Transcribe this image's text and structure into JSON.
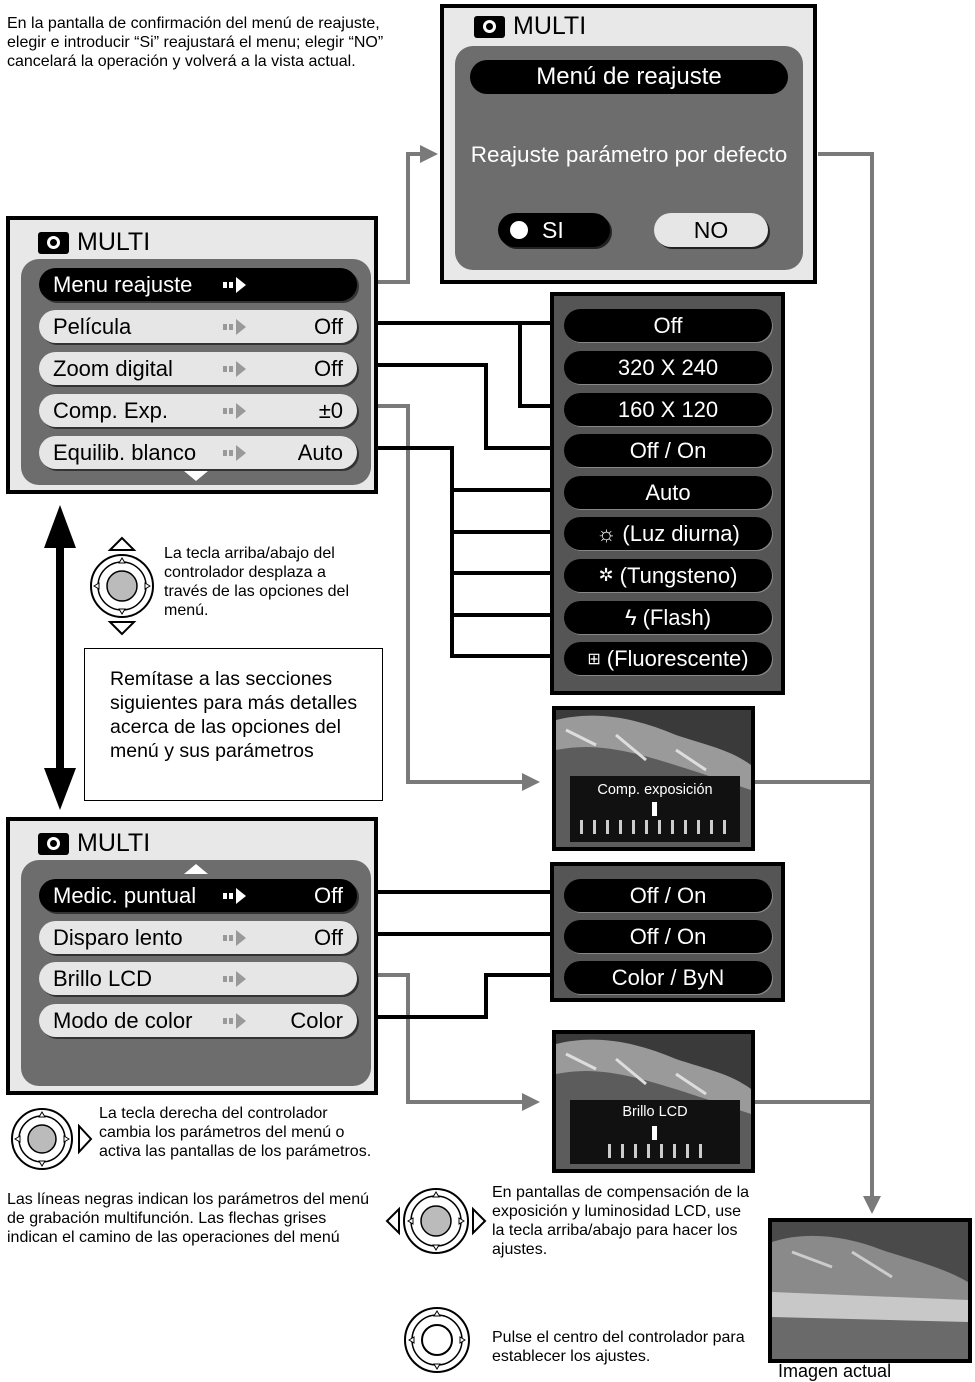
{
  "top_note": "En la pantalla de confirmación del menú de reajuste, elegir e introducir “Si” reajustará el menu; elegir “NO” cancelará la operación y volverá a la vista actual.",
  "reset_screen": {
    "title": "MULTI",
    "header": "Menú de reajuste",
    "message": "Reajuste parámetro por defecto",
    "yes": "SI",
    "no": "NO"
  },
  "menu1": {
    "title": "MULTI",
    "items": [
      {
        "label": "Menu reajuste",
        "value": ""
      },
      {
        "label": "Película",
        "value": "Off"
      },
      {
        "label": "Zoom digital",
        "value": "Off"
      },
      {
        "label": "Comp. Exp.",
        "value": "±0"
      },
      {
        "label": "Equilib. blanco",
        "value": "Auto"
      }
    ]
  },
  "options1": [
    "Off",
    "320 X 240",
    "160 X 120",
    "Off / On",
    "Auto",
    "(Luz diurna)",
    "(Tungsteno)",
    "(Flash)",
    "(Fluorescente)"
  ],
  "option_icons": [
    "sun-icon",
    "tungsten-bulb-icon",
    "flash-icon",
    "fluorescent-icon"
  ],
  "updown_note": "La tecla arriba/abajo del controlador desplaza a través de las opciones del menú.",
  "ref_box": "Remítase a las secciones siguientes para más detalles acerca de las opciones del menú y sus parámetros",
  "exposure_screen": {
    "label": "Comp. exposición"
  },
  "menu2": {
    "title": "MULTI",
    "items": [
      {
        "label": "Medic. puntual",
        "value": "Off"
      },
      {
        "label": "Disparo lento",
        "value": "Off"
      },
      {
        "label": "Brillo LCD",
        "value": ""
      },
      {
        "label": "Modo de color",
        "value": "Color"
      }
    ]
  },
  "options2": [
    "Off / On",
    "Off / On",
    "Color / ByN"
  ],
  "lcd_screen": {
    "label": "Brillo LCD"
  },
  "right_key_note_a": "La tecla derecha del controlador cambia los parámetros del menú o activa las pantallas de los parámetros.",
  "right_key_note_b": "Las líneas negras indican los parámetros del menú de grabación multifunción. Las flechas grises indican el camino de las operaciones del menú",
  "adjust_note": "En pantallas de compensación de la exposición y luminosidad LCD, use la tecla arriba/abajo para hacer los ajustes.",
  "center_note": "Pulse el centro del controlador para establecer los ajustes.",
  "live_image_caption": "Imagen actual"
}
